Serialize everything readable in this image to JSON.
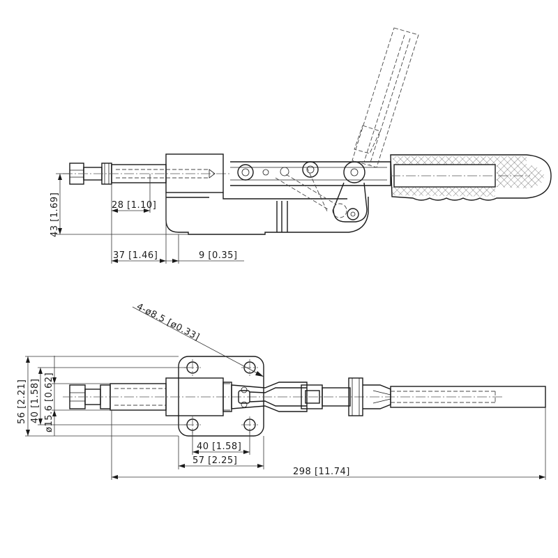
{
  "drawing": {
    "side_view": {
      "dimensions": {
        "height_bolt": "43 [1.69]",
        "stroke": "28 [1.10]",
        "plunger_extension": "37 [1.46]",
        "base_offset": "9 [0.35]"
      }
    },
    "top_view": {
      "dimensions": {
        "hole_callout": "4-ø8.5 [ø0.33]",
        "base_width": "56 [2.21]",
        "hole_spacing_vertical": "40 [1.58]",
        "plunger_diameter": "ø15.6 [0.62]",
        "hole_spacing_horizontal": "40 [1.58]",
        "base_length": "57 [2.25]",
        "overall_length": "298 [11.74]"
      }
    }
  }
}
